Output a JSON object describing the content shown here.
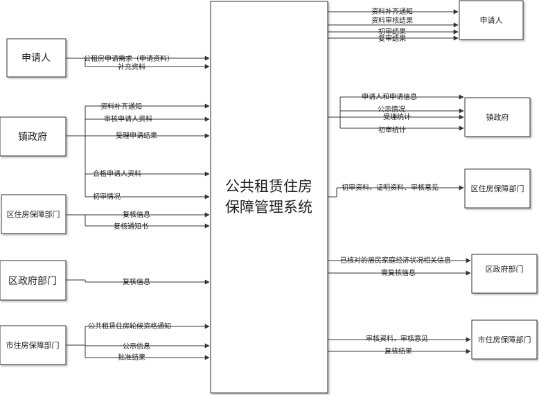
{
  "center": {
    "line1": "公共租赁住房",
    "line2": "保障管理系统"
  },
  "left_entities": {
    "applicant": "申请人",
    "town_gov": "镇政府",
    "district_housing": "区住房保障部门",
    "district_gov": "区政府部门",
    "city_housing": "市住房保障部门"
  },
  "right_entities": {
    "applicant": "申请人",
    "town_gov": "镇政府",
    "district_housing": "区住房保障部门",
    "district_gov": "区政府部门",
    "city_housing": "市住房保障部门"
  },
  "flows_in": {
    "applicant": [
      "公租房申请需求（申请资料）",
      "补充资料"
    ],
    "town_gov": [
      "资料补齐通知",
      "审核申请人资料",
      "受理申请结果",
      "合格申请人资料",
      "初审情况"
    ],
    "district_housing": [
      "复核信息",
      "复核通知书"
    ],
    "district_gov": [
      "复核信息"
    ],
    "city_housing": [
      "公共租赁住房轮候资格通知",
      "公示信息",
      "批准结果"
    ]
  },
  "flows_out": {
    "applicant": [
      "资料补齐通知",
      "资料审核结果",
      "初审结果",
      "复审结果"
    ],
    "town_gov": [
      "申请人和申请信息",
      "公示情况",
      "受理统计",
      "初审统计"
    ],
    "district_housing": [
      "初审资料、证明资料、审核意见"
    ],
    "district_gov": [
      "已核对的居民家庭经济状况相关信息",
      "需复核信息"
    ],
    "city_housing": [
      "审核资料、审核意见",
      "复核结果"
    ]
  }
}
